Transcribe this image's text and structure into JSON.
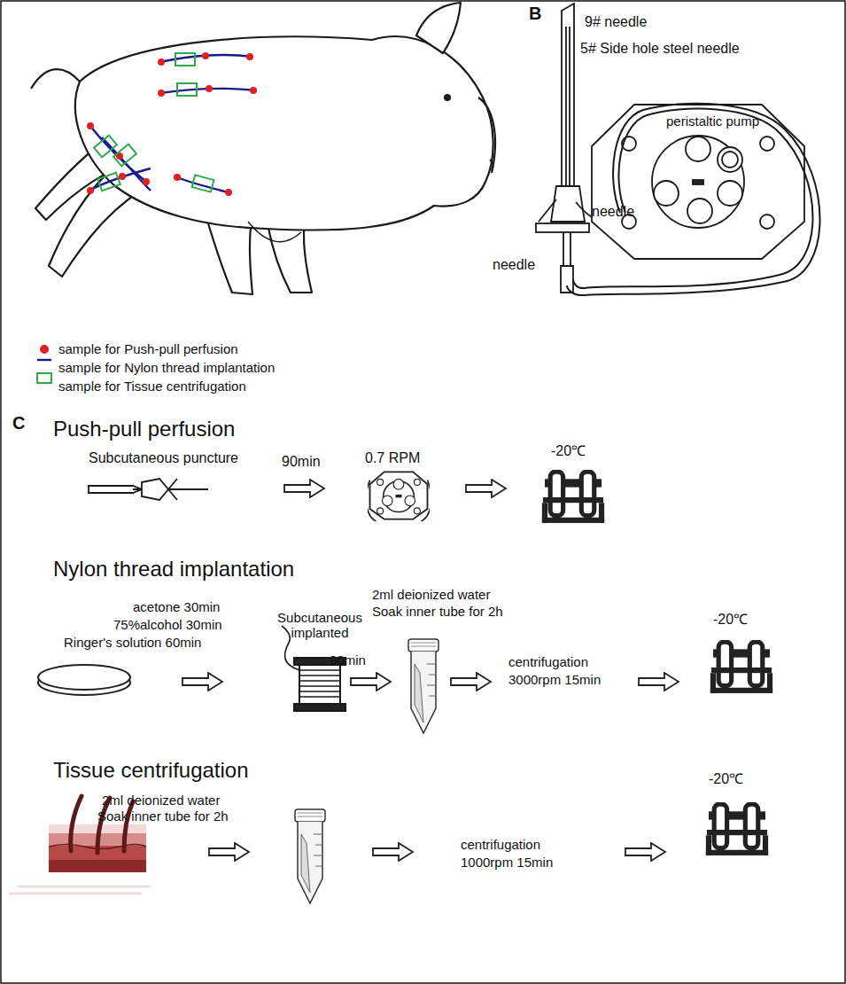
{
  "diagram": {
    "labels": [
      "B",
      "9# needle",
      "5# Side hole steel needle",
      "peristaltic pump",
      "needle",
      "needle",
      "C",
      "Push-pull perfusion",
      "Subcutaneous puncture",
      "90min",
      "0.7 RPM",
      "-20℃",
      "Nylon thread implantation",
      "acetone 30min",
      "75%alcohol 30min",
      "Ringer's solution 60min",
      "Subcutaneous implanted",
      "2ml deionized water",
      "Soak inner tube for 2h",
      "90min",
      "centrifugation",
      "3000rpm 15min",
      "-20℃",
      "Tissue centrifugation",
      "2ml deionized water",
      "Soak inner tube for 2h",
      "centrifugation",
      "1000rpm 15min",
      "-20℃"
    ],
    "legend": [
      {
        "text": "sample for Push-pull perfusion",
        "color": "#e02020"
      },
      {
        "text": "sample for Nylon thread implantation"
      },
      {
        "text": "sample for Tissue centrifugation"
      }
    ]
  }
}
